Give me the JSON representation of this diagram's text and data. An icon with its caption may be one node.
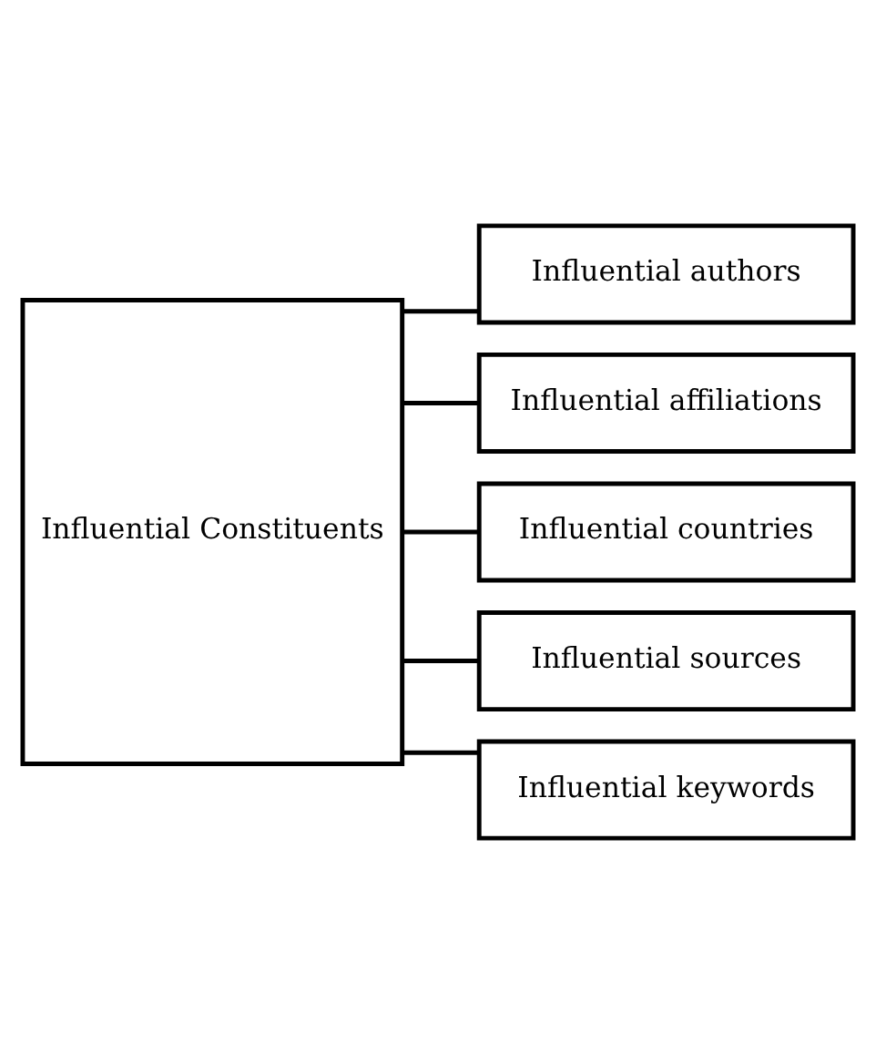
{
  "diagram": {
    "nodes": [
      {
        "text": [
          "Influential Constituents"
        ]
      },
      {
        "text": [
          "Influential authors"
        ]
      },
      {
        "text": [
          "Influential affiliations"
        ]
      },
      {
        "text": [
          "Influential countries"
        ]
      },
      {
        "text": [
          "Influential sources"
        ]
      },
      {
        "text": [
          "Influential keywords"
        ]
      }
    ],
    "edges": [
      {
        "from": 0,
        "to": 1,
        "arrow": "none"
      },
      {
        "from": 0,
        "to": 2,
        "arrow": "none"
      },
      {
        "from": 0,
        "to": 3,
        "arrow": "none"
      },
      {
        "from": 0,
        "to": 4,
        "arrow": "none"
      },
      {
        "from": 0,
        "to": 5,
        "arrow": "none"
      }
    ]
  }
}
